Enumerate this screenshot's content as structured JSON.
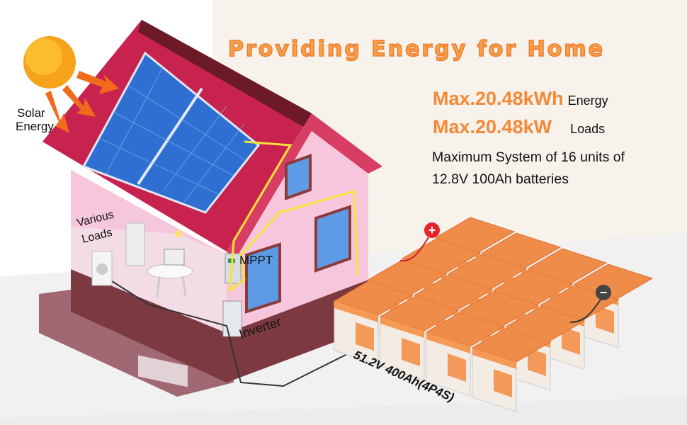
{
  "title": "Providing Energy for Home",
  "specs": [
    {
      "value": "Max.20.48kWh",
      "label": "Energy"
    },
    {
      "value": "Max.20.48kW",
      "label": "Loads"
    }
  ],
  "description": [
    "Maximum System of 16 units of",
    "12.8V 100Ah batteries"
  ],
  "labels": {
    "solar": [
      "Solar",
      "Energy"
    ],
    "loads": [
      "Various",
      "Loads"
    ],
    "mppt": "MPPT",
    "inverter": "Inverter",
    "battery_bank": "51.2V 400Ah(4P4S)",
    "positive": "+",
    "negative": "−"
  },
  "colors": {
    "accent": "#f58834",
    "roof": "#c8234f",
    "wall": "#f6c6dc"
  }
}
